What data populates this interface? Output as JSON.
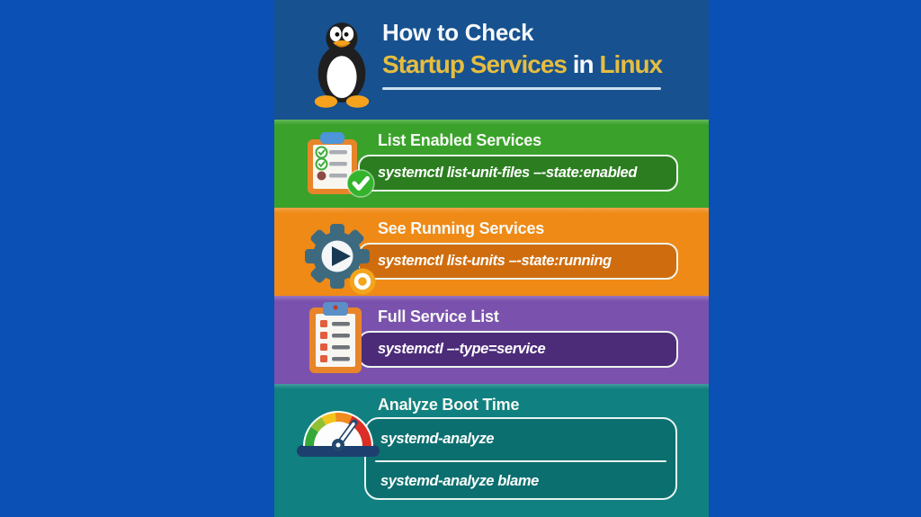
{
  "colors": {
    "outer_background": "#0b50b4",
    "header_background": "#17518f",
    "gold_accent": "#e6bd3f",
    "section_green": "#3aa22b",
    "section_green_box": "#2b7d1f",
    "section_orange": "#ef8a17",
    "section_orange_box": "#cf6d0e",
    "section_purple": "#7a52ad",
    "section_purple_box": "#4c2b79",
    "section_teal": "#108080",
    "section_teal_box": "#0c6f6f"
  },
  "header": {
    "mascot_icon": "tux-penguin",
    "title_line1": "How to Check",
    "title_line2_part1": "Startup Services",
    "title_line2_part2": " in ",
    "title_line2_part3": "Linux"
  },
  "sections": [
    {
      "title": "List Enabled Services",
      "command": "systemctl list-unit-files –-state:enabled",
      "icon": "clipboard-checklist"
    },
    {
      "title": "See Running Services",
      "command": "systemctl list-units –-state:running",
      "icon": "gear-play"
    },
    {
      "title": "Full Service List",
      "command": "systemctl –-type=service",
      "icon": "clipboard-list"
    },
    {
      "title": "Analyze Boot Time",
      "commands": [
        "systemd-analyze",
        "systemd-analyze blame"
      ],
      "icon": "speedometer-gauge"
    }
  ]
}
